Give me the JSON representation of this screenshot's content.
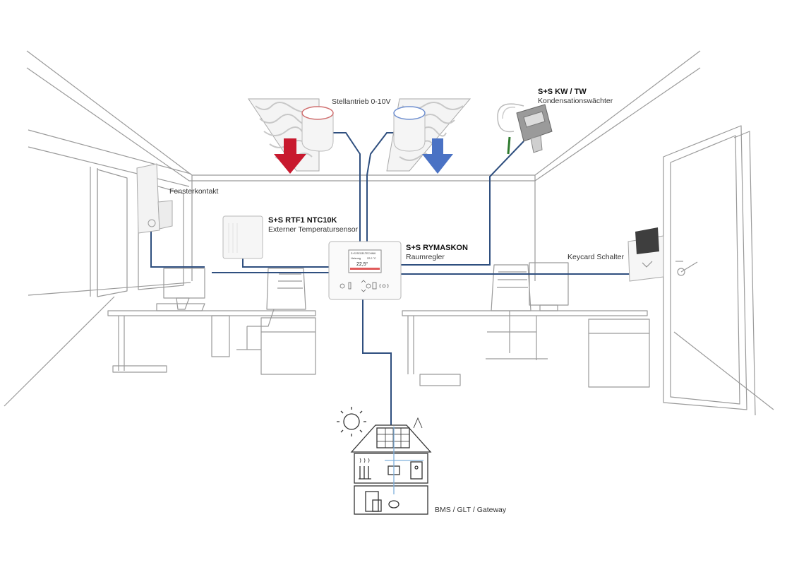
{
  "labels": {
    "stellantrieb": "Stellantrieb 0-10V",
    "kw_title": "S+S KW / TW",
    "kw_sub": "Kondensationswächter",
    "fensterkontakt": "Fensterkontakt",
    "rtf1_title": "S+S RTF1 NTC10K",
    "rtf1_sub": "Externer Temperatursensor",
    "rymaskon_title": "S+S RYMASKON",
    "rymaskon_sub": "Raumregler",
    "keycard": "Keycard Schalter",
    "bms": "BMS / GLT / Gateway"
  },
  "controller_display": {
    "brand": "S+S REGELTECHNIK",
    "mode": "Heizung",
    "setpoint": "22.0 °C",
    "temperature": "22,5°"
  },
  "colors": {
    "wire": "#2f4f7f",
    "heat_arrow": "#c8192e",
    "cool_arrow": "#4a72c4",
    "sketch": "#9a9a9a",
    "bms_wire": "#7fb0dc"
  }
}
